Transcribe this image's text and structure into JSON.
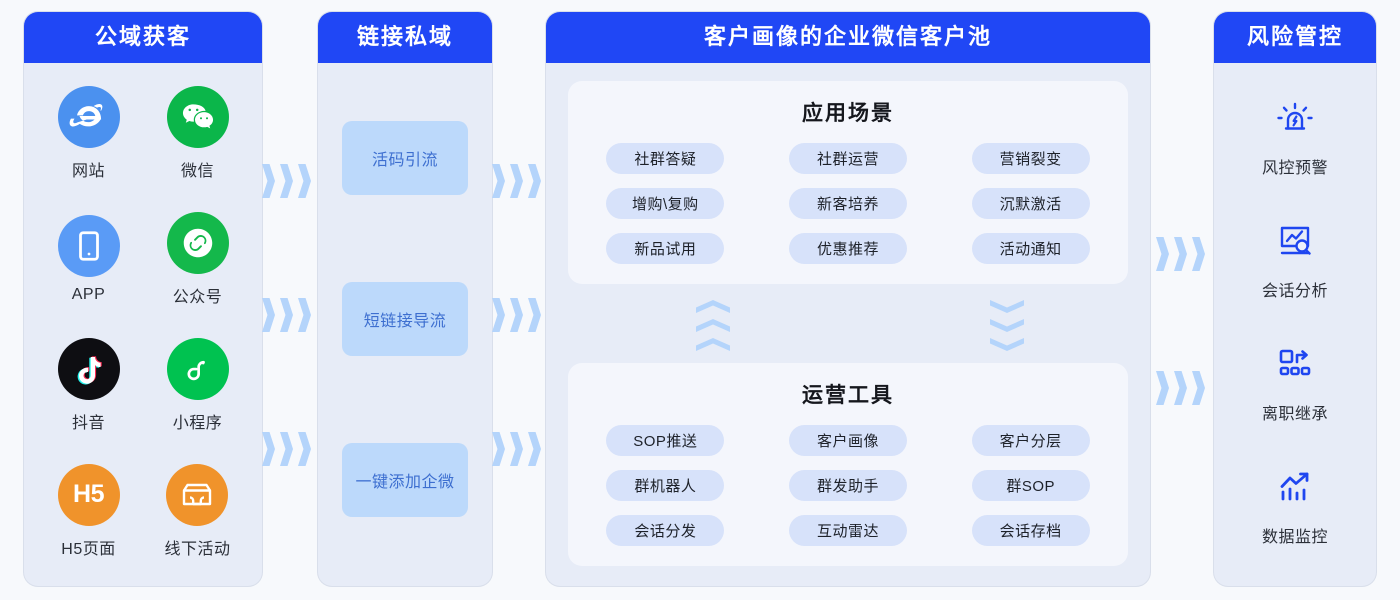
{
  "theme": {
    "header_blue": "#2047f5",
    "panel_bg": "#e7ecf7",
    "page_bg": "#f7f9fc",
    "pill_blue": "#d7e2fa",
    "link_pill_blue": "#bcd9fb",
    "chevron_blue": "#b4d4fb"
  },
  "acquire": {
    "title": "公域获客",
    "items": [
      {
        "label": "网站",
        "icon": "internet-explorer-icon"
      },
      {
        "label": "微信",
        "icon": "wechat-icon"
      },
      {
        "label": "APP",
        "icon": "mobile-app-icon"
      },
      {
        "label": "公众号",
        "icon": "official-account-icon"
      },
      {
        "label": "抖音",
        "icon": "douyin-icon"
      },
      {
        "label": "小程序",
        "icon": "mini-program-icon"
      },
      {
        "label": "H5页面",
        "icon": "h5-icon",
        "glyph": "H5"
      },
      {
        "label": "线下活动",
        "icon": "offline-store-icon"
      }
    ]
  },
  "link": {
    "title": "链接私域",
    "items": [
      {
        "label": "活码引流"
      },
      {
        "label": "短链接导流"
      },
      {
        "label": "一键添加企微"
      }
    ]
  },
  "pool": {
    "title": "客户画像的企业微信客户池",
    "scenarios": {
      "title": "应用场景",
      "tags": [
        "社群答疑",
        "社群运营",
        "营销裂变",
        "增购\\复购",
        "新客培养",
        "沉默激活",
        "新品试用",
        "优惠推荐",
        "活动通知"
      ]
    },
    "tools": {
      "title": "运营工具",
      "tags": [
        "SOP推送",
        "客户画像",
        "客户分层",
        "群机器人",
        "群发助手",
        "群SOP",
        "会话分发",
        "互动雷达",
        "会话存档"
      ]
    }
  },
  "risk": {
    "title": "风险管控",
    "items": [
      {
        "label": "风控预警",
        "icon": "alarm-light-icon"
      },
      {
        "label": "会话分析",
        "icon": "chart-search-icon"
      },
      {
        "label": "离职继承",
        "icon": "handover-icon"
      },
      {
        "label": "数据监控",
        "icon": "bar-chart-trend-icon"
      }
    ]
  },
  "connectors": {
    "chevron_count": 3,
    "rows": [
      "acquire-to-link-1",
      "acquire-to-link-2",
      "acquire-to-link-3",
      "link-to-pool-1",
      "link-to-pool-2",
      "link-to-pool-3",
      "pool-to-risk-1",
      "pool-to-risk-2"
    ],
    "vertical": [
      "scenarios-up",
      "tools-down"
    ]
  }
}
